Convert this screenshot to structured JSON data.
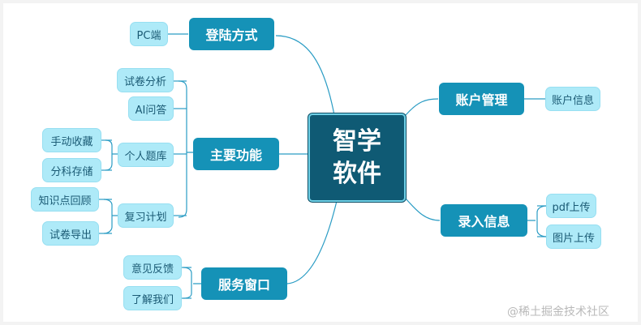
{
  "central": {
    "line1": "智学",
    "line2": "软件"
  },
  "branches": {
    "login": "登陆方式",
    "main": "主要功能",
    "service": "服务窗口",
    "account": "账户管理",
    "input": "录入信息"
  },
  "leaves": {
    "pc": "PC端",
    "exam_analysis": "试卷分析",
    "ai_qa": "AI问答",
    "personal_bank": "个人题库",
    "manual_collect": "手动收藏",
    "subject_store": "分科存储",
    "review_plan": "复习计划",
    "knowledge_review": "知识点回顾",
    "exam_export": "试卷导出",
    "feedback": "意见反馈",
    "about_us": "了解我们",
    "account_info": "账户信息",
    "pdf_upload": "pdf上传",
    "image_upload": "图片上传"
  },
  "watermark": "@稀土掘金技术社区",
  "colors": {
    "central_fill": "#0f5a74",
    "branch_fill": "#1592b7",
    "leaf_fill": "#aeeaf8",
    "connector": "#2a9cc4"
  }
}
